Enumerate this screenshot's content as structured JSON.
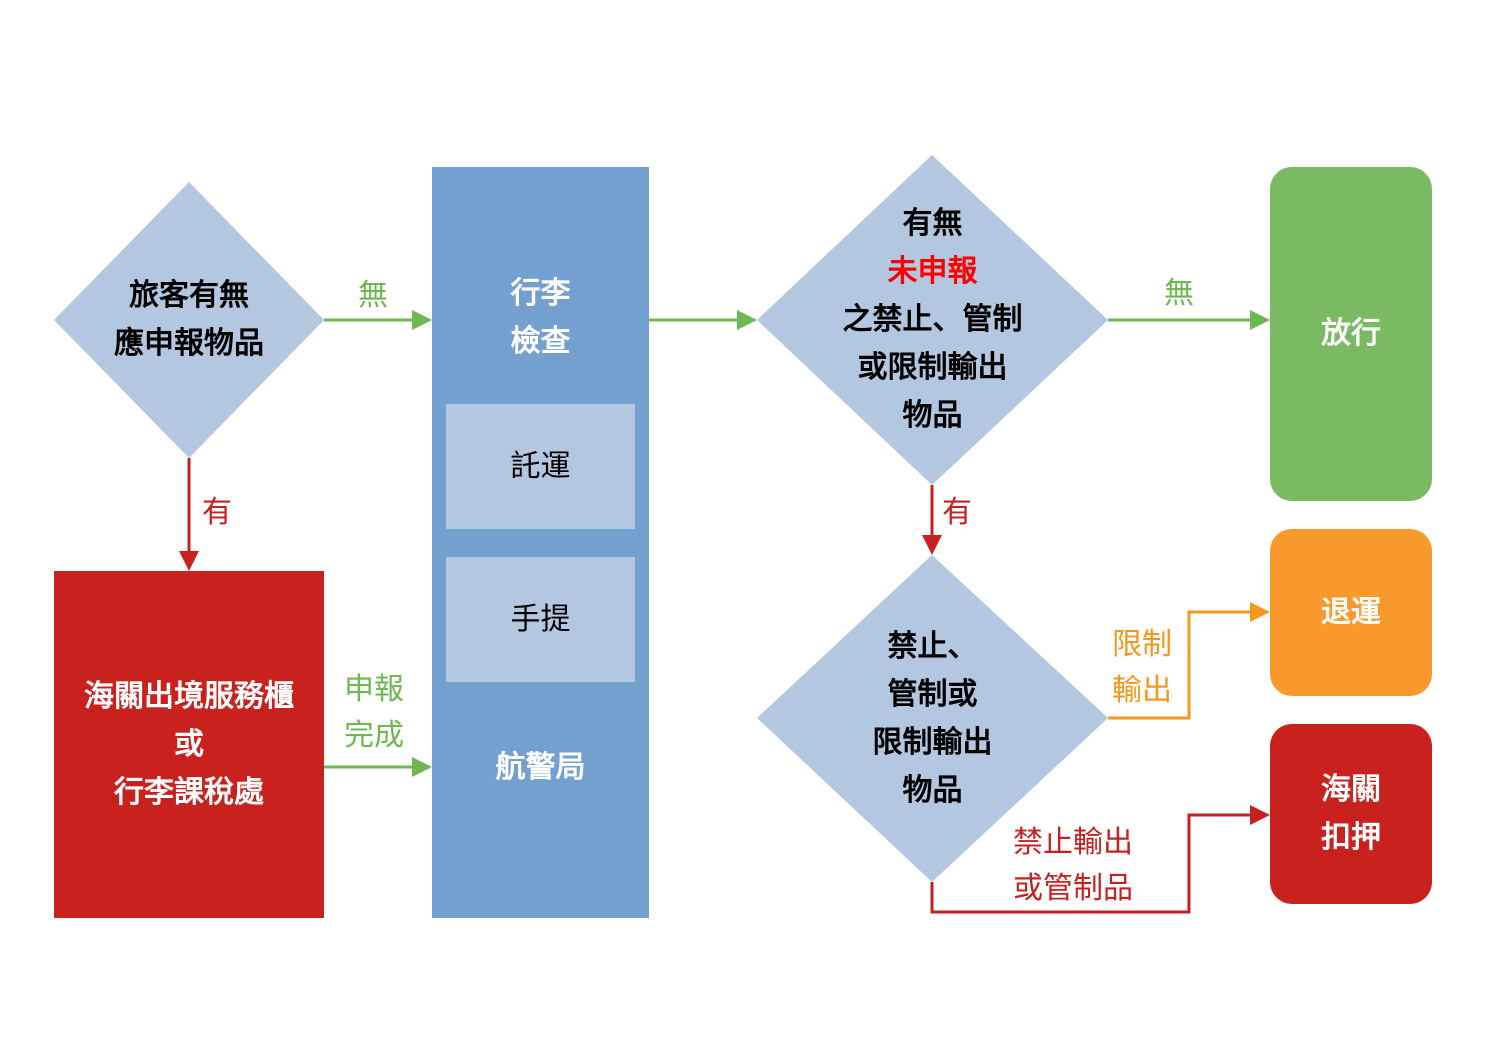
{
  "colors": {
    "diamond_fill": "#b4c7e0",
    "column_fill": "#74a0d0",
    "sub_box_fill": "#b4c7e0",
    "counter_fill": "#c9211e",
    "release_fill": "#7aba62",
    "return_fill": "#f8982d",
    "seize_fill": "#c8211e",
    "arrow_green": "#6fb750",
    "arrow_red": "#c62020",
    "arrow_orange": "#f7961c",
    "highlight_red": "#ff0000"
  },
  "nodes": {
    "decision_declare": {
      "line1": "旅客有無",
      "line2": "應申報物品"
    },
    "counter": {
      "line1": "海關出境服務櫃",
      "line2": "或",
      "line3": "行李課稅處"
    },
    "baggage_check": {
      "title_line1": "行李",
      "title_line2": "檢查",
      "checked": "託運",
      "carry_on": "手提",
      "footer": "航警局"
    },
    "decision_restricted": {
      "line1": "有無",
      "line2_highlight": "未申報",
      "line3": "之禁止、管制",
      "line4": "或限制輸出",
      "line5": "物品"
    },
    "decision_type": {
      "line1": "禁止、",
      "line2": "管制或",
      "line3": "限制輸出",
      "line4": "物品"
    },
    "release": {
      "label": "放行"
    },
    "return": {
      "label": "退運"
    },
    "seize": {
      "line1": "海關",
      "line2": "扣押"
    }
  },
  "edges": {
    "no_1": "無",
    "yes_1": "有",
    "declared_line1": "申報",
    "declared_line2": "完成",
    "no_2": "無",
    "yes_2": "有",
    "restricted_line1": "限制",
    "restricted_line2": "輸出",
    "prohibited_line1": "禁止輸出",
    "prohibited_line2": "或管制品"
  }
}
